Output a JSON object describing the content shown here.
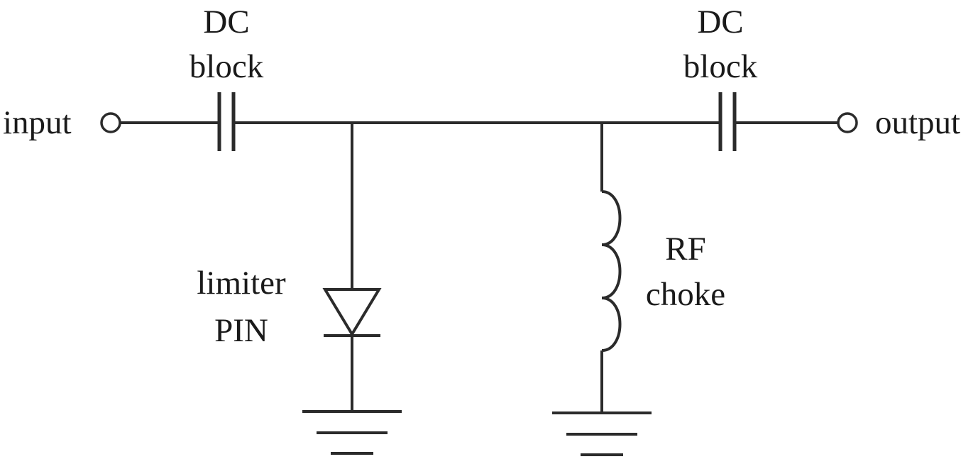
{
  "labels": {
    "input": "input",
    "output": "output",
    "dc_block_left": [
      "DC",
      "block"
    ],
    "dc_block_right": [
      "DC",
      "block"
    ],
    "limiter_pin": [
      "limiter",
      "PIN"
    ],
    "rf_choke": [
      "RF",
      "choke"
    ]
  },
  "colors": {
    "line": "#2b2b2b",
    "text": "#1a1a1a",
    "background": "#ffffff"
  },
  "components": [
    {
      "type": "terminal",
      "role": "input"
    },
    {
      "type": "capacitor",
      "role": "DC block"
    },
    {
      "type": "pin-diode",
      "role": "limiter PIN"
    },
    {
      "type": "inductor",
      "role": "RF choke"
    },
    {
      "type": "capacitor",
      "role": "DC block"
    },
    {
      "type": "terminal",
      "role": "output"
    },
    {
      "type": "ground",
      "count": 2
    }
  ]
}
